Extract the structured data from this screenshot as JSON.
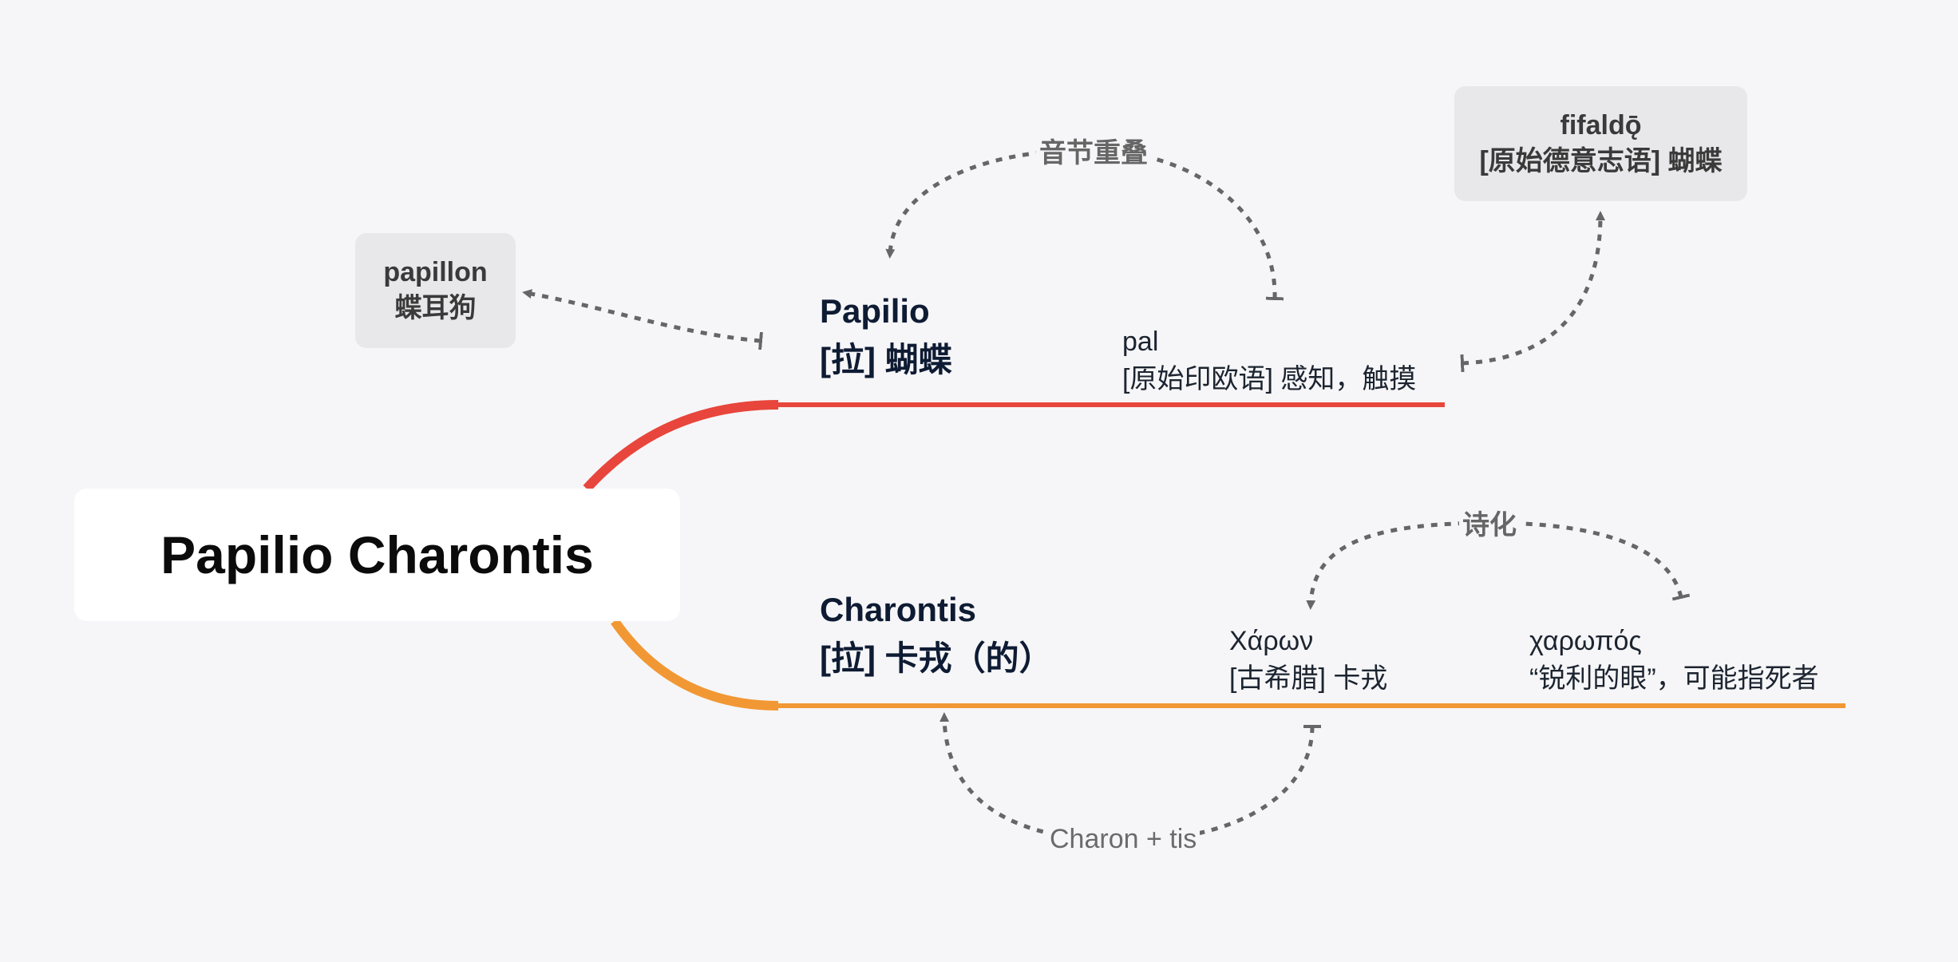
{
  "central": {
    "title": "Papilio Charontis"
  },
  "branches": [
    {
      "line1": "Papilio",
      "line2": "[拉] 蝴蝶",
      "color": "#e8463c"
    },
    {
      "line1": "Charontis",
      "line2": "[拉] 卡戎（的）",
      "color": "#f19834"
    }
  ],
  "leaves": {
    "pal": {
      "line1": "pal",
      "line2": "[原始印欧语] 感知，触摸"
    },
    "charon": {
      "line1": "Χάρων",
      "line2": "[古希腊] 卡戎"
    },
    "charopos": {
      "line1": "χαρωπός",
      "line2": "“锐利的眼”，可能指死者"
    }
  },
  "boxes": {
    "papillon": {
      "line1": "papillon",
      "line2": "蝶耳狗"
    },
    "fifaldo": {
      "line1": "fifaldǭ",
      "line2": "[原始德意志语] 蝴蝶"
    }
  },
  "relationships": {
    "yinjie": "音节重叠",
    "shihua": "诗化",
    "charon_tis": "Charon + tis"
  },
  "colors": {
    "background": "#f6f6f8",
    "connector": "#666666",
    "papilio_branch": "#e8463c",
    "charontis_branch": "#f19834"
  }
}
